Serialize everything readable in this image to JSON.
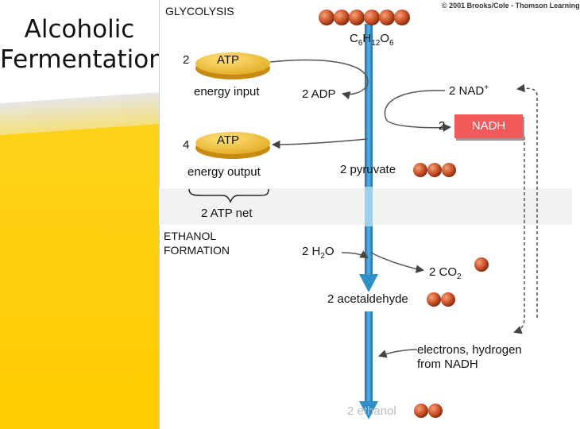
{
  "slide": {
    "title_line1": "Alcoholic",
    "title_line2": "Fermentation"
  },
  "figure": {
    "copyright": "© 2001 Brooks/Cole - Thomson Learning",
    "glycolysis_heading": "GLYCOLYSIS",
    "glucose": {
      "c": "C",
      "c_sub": "6",
      "h": "H",
      "h_sub": "12",
      "o": "O",
      "o_sub": "6"
    },
    "atp_input": {
      "count": "2",
      "label": "ATP",
      "caption": "energy input"
    },
    "adp": "2 ADP",
    "nad": {
      "text": "2 NAD",
      "sup": "+"
    },
    "nadh": {
      "count": "2",
      "label": "NADH"
    },
    "atp_output": {
      "count": "4",
      "label": "ATP",
      "caption": "energy output"
    },
    "pyruvate": "2 pyruvate",
    "atp_net": "2 ATP net",
    "ethanol_heading_line1": "ETHANOL",
    "ethanol_heading_line2": "FORMATION",
    "water": {
      "prefix": "2 H",
      "sub": "2",
      "suffix": "O"
    },
    "co2": {
      "prefix": "2 CO",
      "sub": "2"
    },
    "acetaldehyde": "2 acetaldehyde",
    "electrons_line1": "electrons, hydrogen",
    "electrons_line2": "from NADH",
    "ethanol": "2 ethanol"
  },
  "colors": {
    "molecule": "#d2552a",
    "atp_disc": "#f2c12e",
    "arrow_blue": "#2f8fc8",
    "nadh_box": "#f05a5a",
    "yellow_panel": "#ffcc00"
  }
}
